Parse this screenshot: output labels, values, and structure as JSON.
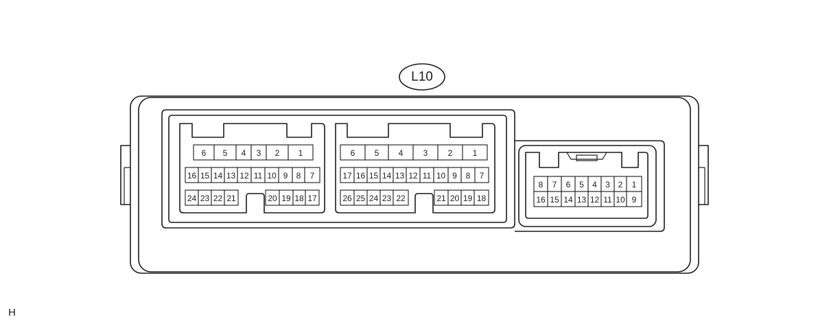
{
  "connector_label": "L10",
  "corner_mark": "H",
  "connectors": [
    {
      "name": "left-connector",
      "rows": [
        [
          "6",
          "5",
          "4",
          "3",
          "2",
          "1"
        ],
        [
          "16",
          "15",
          "14",
          "13",
          "12",
          "11",
          "10",
          "9",
          "8",
          "7"
        ],
        [
          "24",
          "23",
          "22",
          "21",
          "20",
          "19",
          "18",
          "17"
        ]
      ]
    },
    {
      "name": "middle-connector",
      "rows": [
        [
          "6",
          "5",
          "4",
          "3",
          "2",
          "1"
        ],
        [
          "17",
          "16",
          "15",
          "14",
          "13",
          "12",
          "11",
          "10",
          "9",
          "8",
          "7"
        ],
        [
          "26",
          "25",
          "24",
          "23",
          "22",
          "21",
          "20",
          "19",
          "18"
        ]
      ]
    },
    {
      "name": "right-connector",
      "rows": [
        [
          "8",
          "7",
          "6",
          "5",
          "4",
          "3",
          "2",
          "1"
        ],
        [
          "16",
          "15",
          "14",
          "13",
          "12",
          "11",
          "10",
          "9"
        ]
      ]
    }
  ]
}
